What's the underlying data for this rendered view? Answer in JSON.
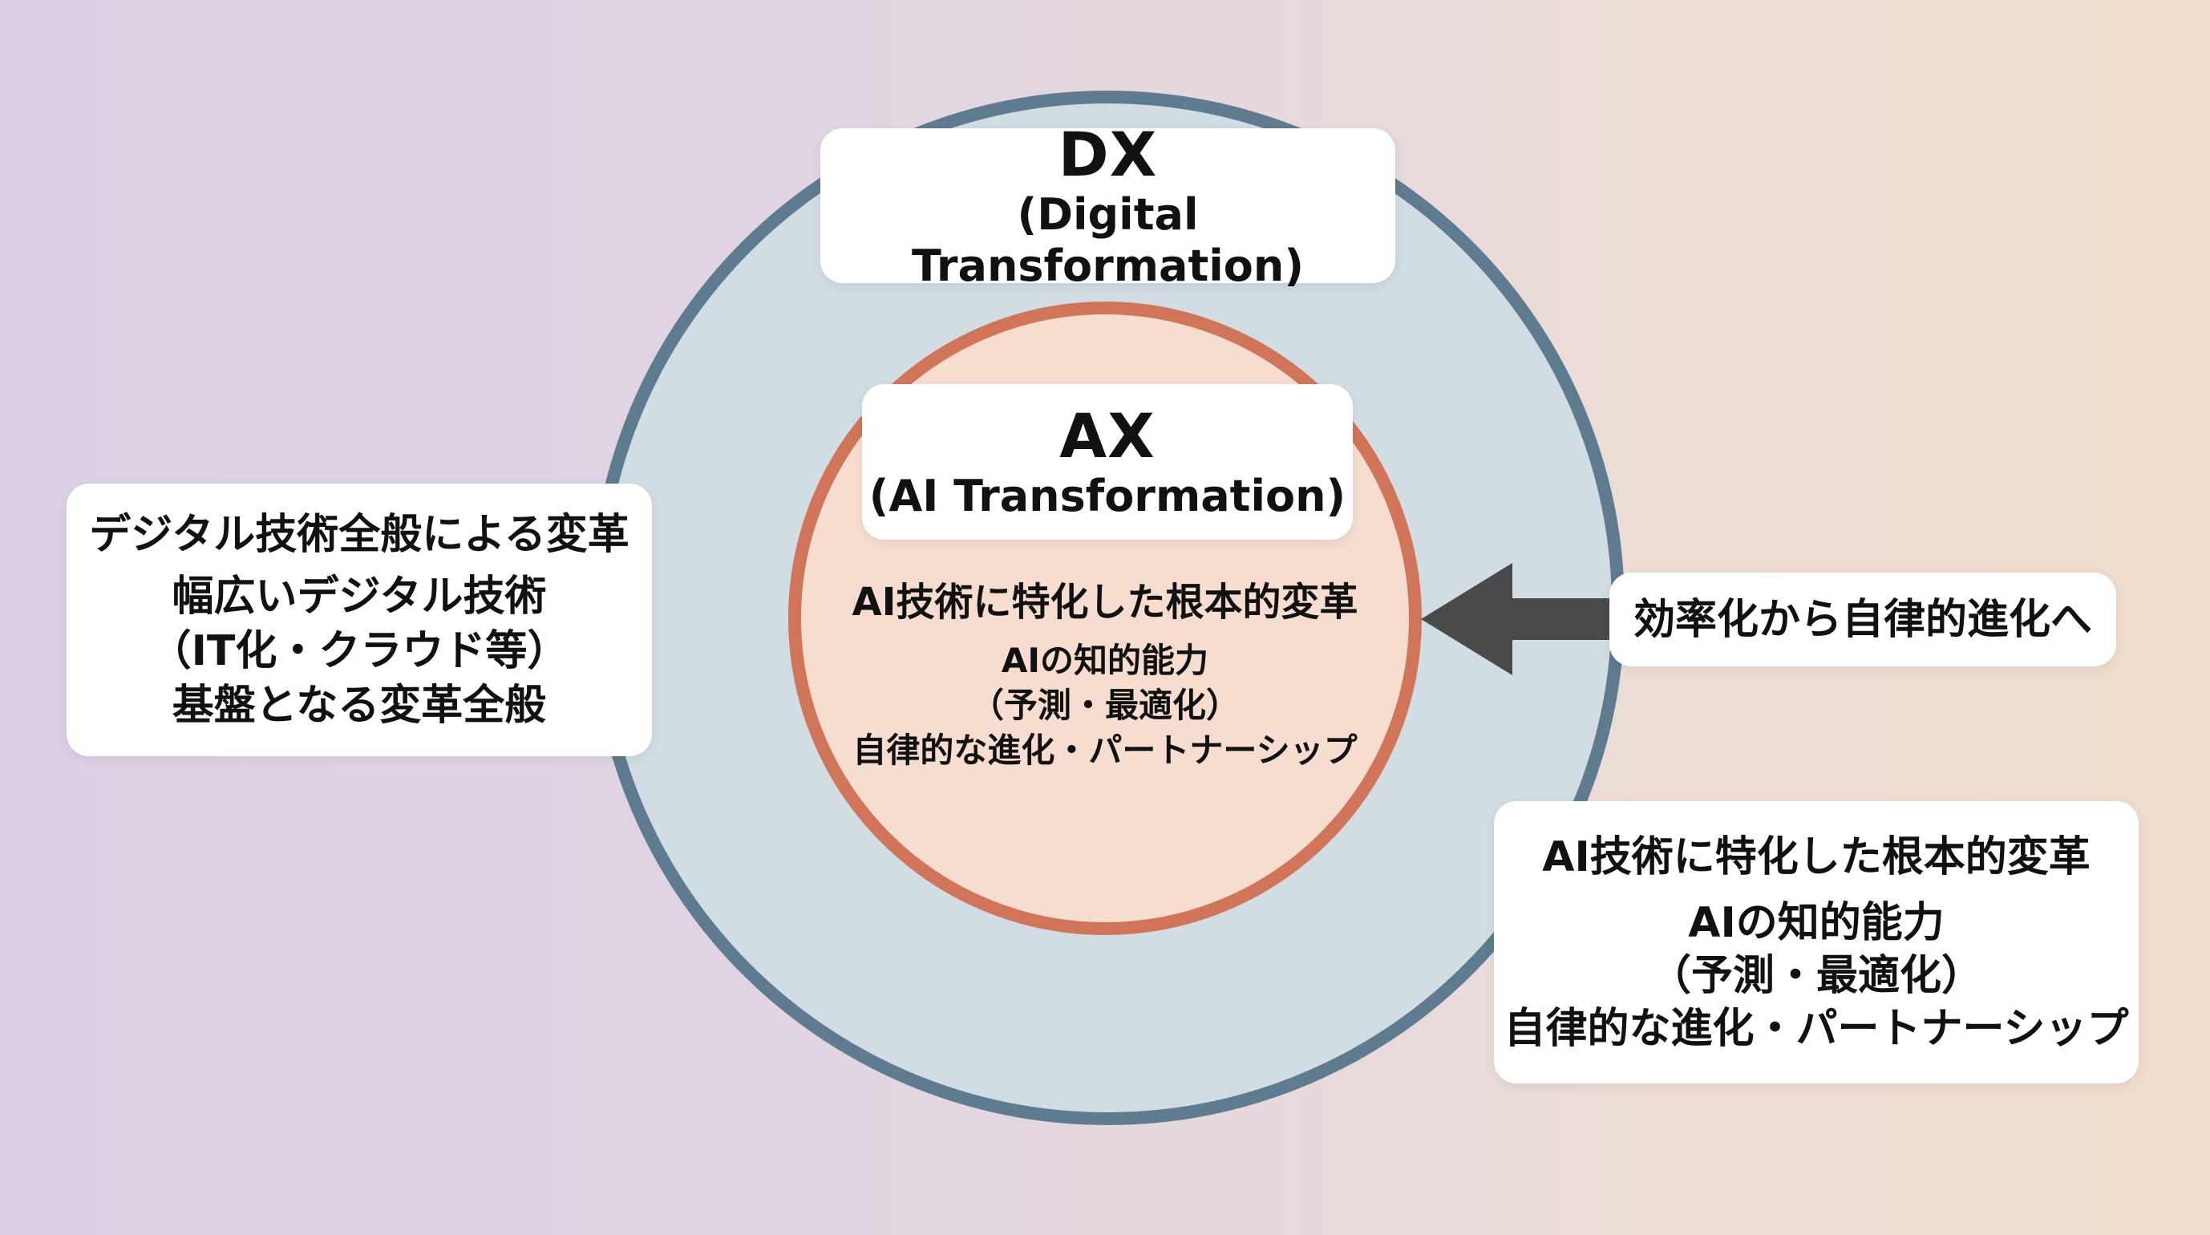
{
  "dx": {
    "abbr": "DX",
    "full": "(Digital Transformation)"
  },
  "ax": {
    "abbr": "AX",
    "full": "(AI Transformation)",
    "desc_title": "AI技術に特化した根本的変革",
    "desc_lines": [
      "AIの知的能力",
      "（予測・最適化）",
      "自律的な進化・パートナーシップ"
    ]
  },
  "left_callout": {
    "title": "デジタル技術全般による変革",
    "lines": [
      "幅広いデジタル技術",
      "（IT化・クラウド等）",
      "基盤となる変革全般"
    ]
  },
  "arrow_callout": {
    "text": "効率化から自律的進化へ"
  },
  "right_callout": {
    "title": "AI技術に特化した根本的変革",
    "lines": [
      "AIの知的能力",
      "（予測・最適化）",
      "自律的な進化・パートナーシップ"
    ]
  },
  "colors": {
    "outer_fill": "#d2dde3",
    "outer_stroke": "#5f7b8f",
    "inner_fill": "#f7ddd0",
    "inner_stroke": "#d0755a",
    "arrow": "#4a4a4a"
  }
}
